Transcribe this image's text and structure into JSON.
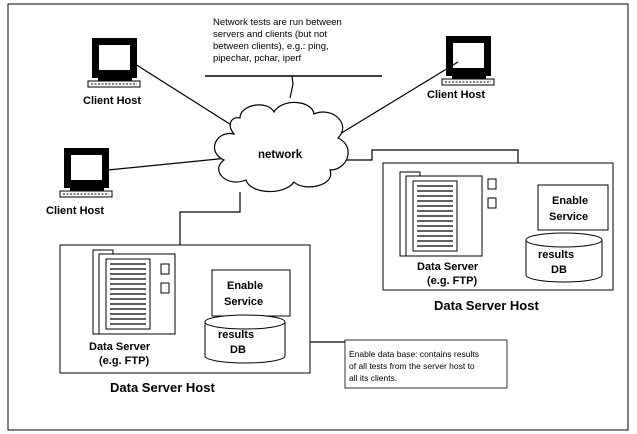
{
  "note_top": [
    "Network tests are run between",
    "servers and clients (but not",
    "between clients), e.g.: ping,",
    "pipechar, pchar, iperf"
  ],
  "network_label": "network",
  "client_hosts": [
    "Client Host",
    "Client Host",
    "Client Host"
  ],
  "servers": [
    {
      "data_server": [
        "Data Server",
        "(e.g. FTP)"
      ],
      "enable_service": [
        "Enable",
        "Service"
      ],
      "results_db": [
        "results",
        "DB"
      ],
      "host_label": "Data Server Host"
    },
    {
      "data_server": [
        "Data Server",
        "(e.g. FTP)"
      ],
      "enable_service": [
        "Enable",
        "Service"
      ],
      "results_db": [
        "results",
        "DB"
      ],
      "host_label": "Data Server Host"
    }
  ],
  "note_bottom": [
    "Enable data base: contains results",
    "of all tests from the server host to",
    "all its clients."
  ]
}
